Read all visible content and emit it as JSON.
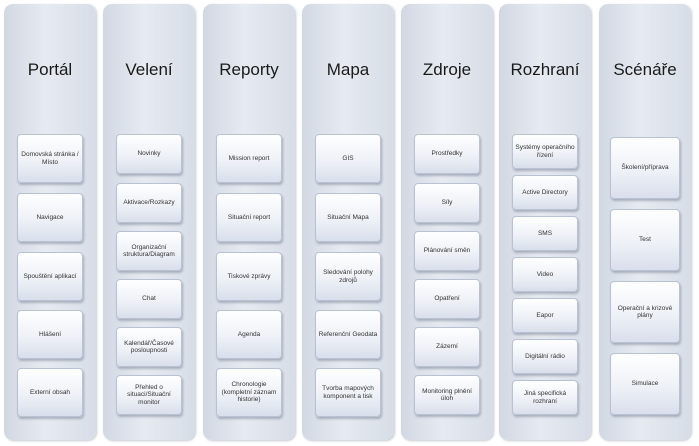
{
  "columns": [
    {
      "title": "Portál",
      "items": [
        "Domovská stránka / Místo",
        "Navigace",
        "Spouštění aplikací",
        "Hlášení",
        "Externí obsah"
      ]
    },
    {
      "title": "Velení",
      "items": [
        "Novinky",
        "Aktivace/Rozkazy",
        "Organizační struktura/Diagram",
        "Chat",
        "Kalendář/Časové posloupnosti",
        "Přehled o situaci/Situační monitor"
      ]
    },
    {
      "title": "Reporty",
      "items": [
        "Mission report",
        "Situační report",
        "Tiskové zprávy",
        "Agenda",
        "Chronologie (kompletní záznam historie)"
      ]
    },
    {
      "title": "Mapa",
      "items": [
        "GIS",
        "Situační Mapa",
        "Sledování polohy zdrojů",
        "Referenční Geodata",
        "Tvorba mapových komponent a tisk"
      ]
    },
    {
      "title": "Zdroje",
      "items": [
        "Prostředky",
        "Síly",
        "Plánování směn",
        "Opatření",
        "Zázemí",
        "Monitoring plnění úloh"
      ]
    },
    {
      "title": "Rozhraní",
      "items": [
        "Systémy operačního řízení",
        "Active Directory",
        "SMS",
        "Video",
        "Eapor",
        "Digitální rádio",
        "Jiná specifická rozhraní"
      ]
    },
    {
      "title": "Scénáře",
      "items": [
        "Školení/příprava",
        "Test",
        "Operační a krizové plány",
        "Simulace"
      ]
    }
  ]
}
